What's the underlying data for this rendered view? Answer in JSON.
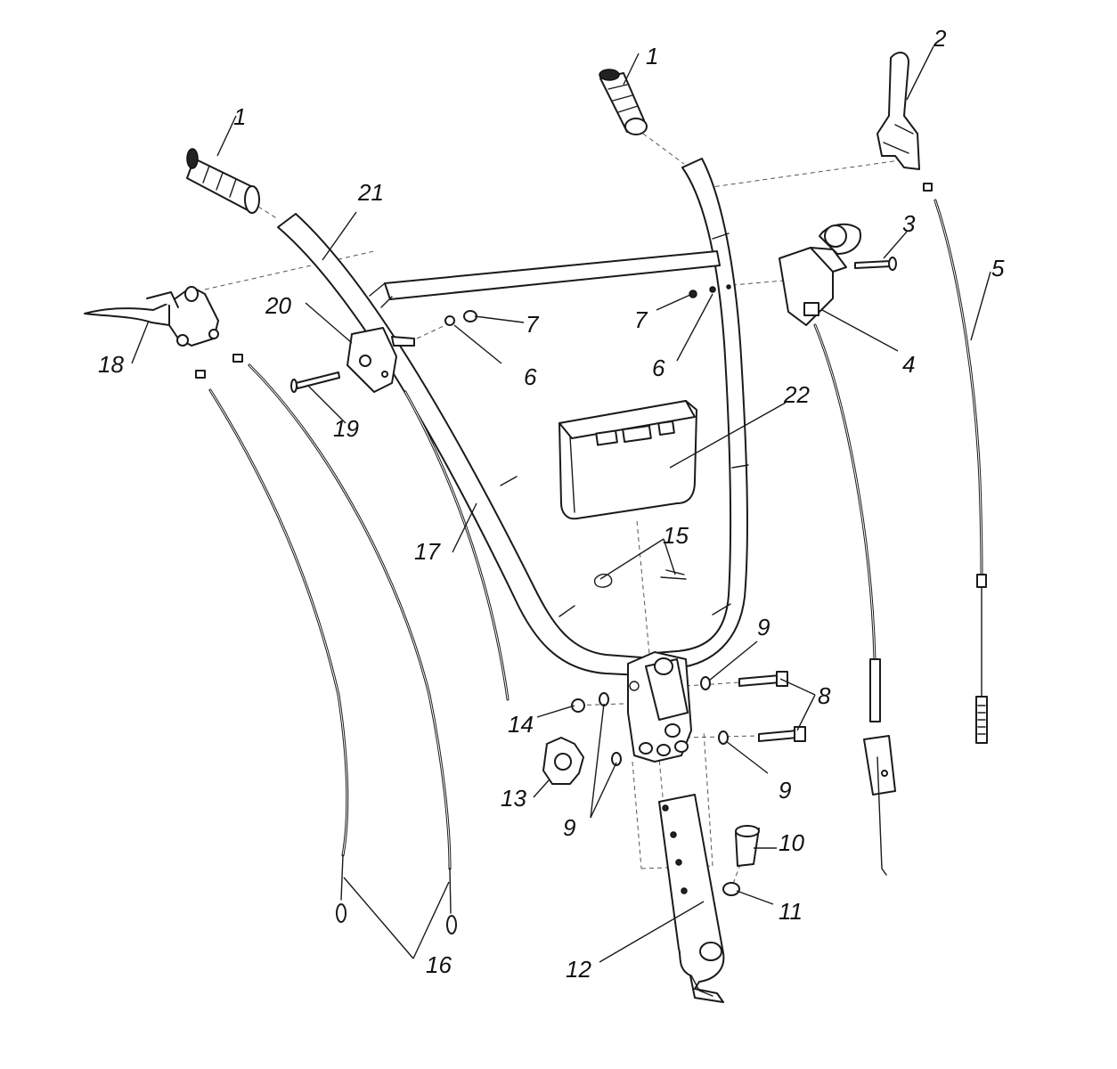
{
  "labels": {
    "p1a": "1",
    "p1b": "1",
    "p2": "2",
    "p3": "3",
    "p4": "4",
    "p5": "5",
    "p6a": "6",
    "p6b": "6",
    "p7a": "7",
    "p7b": "7",
    "p8": "8",
    "p9a": "9",
    "p9b": "9",
    "p9c": "9",
    "p10": "10",
    "p11": "11",
    "p12": "12",
    "p13": "13",
    "p14": "14",
    "p15": "15",
    "p16": "16",
    "p17": "17",
    "p18": "18",
    "p19": "19",
    "p20": "20",
    "p21": "21",
    "p22": "22"
  }
}
